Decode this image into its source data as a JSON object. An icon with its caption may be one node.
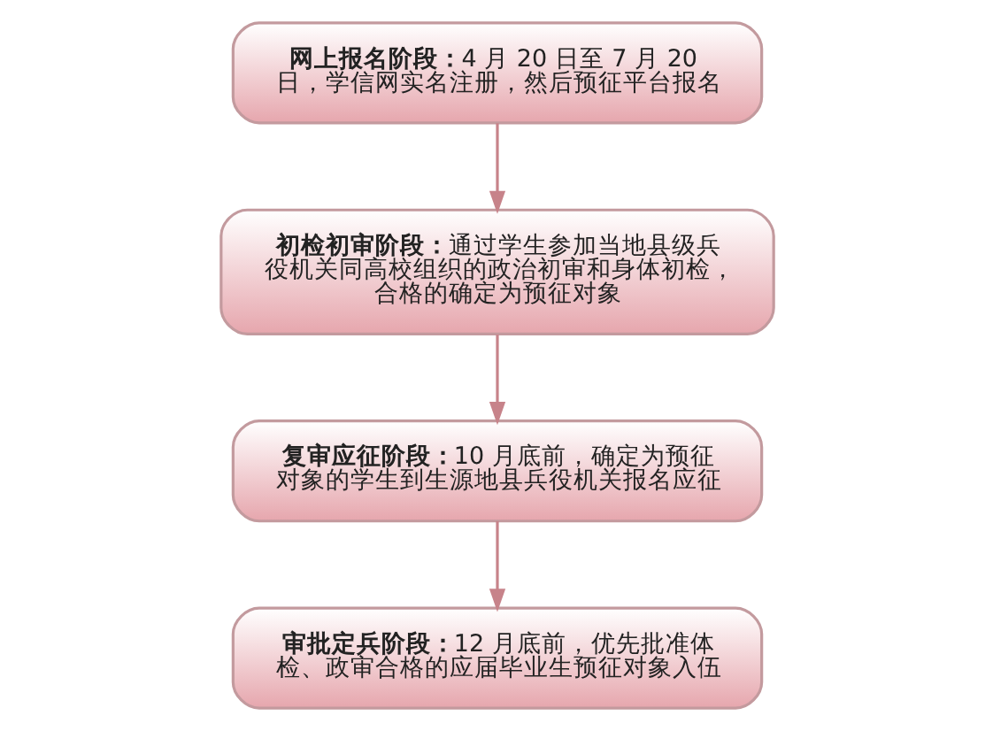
{
  "diagram": {
    "nodes": [
      {
        "text": [
          "网上报名阶段：",
          "4 月 20 日至 7 月 20 日，学信网实名注册，然后预征平台报名"
        ]
      },
      {
        "text": [
          "初检初审阶段：",
          "通过学生参加当地县级兵役机关同高校组织的政治初审和身体初检，合格的确定为预征对象"
        ]
      },
      {
        "text": [
          "复审应征阶段：",
          "10 月底前，确定为预征对象的学生到生源地县兵役机关报名应征"
        ]
      },
      {
        "text": [
          "审批定兵阶段：",
          "12 月底前，优先批准体检、政审合格的应届毕业生预征对象入伍"
        ]
      }
    ],
    "edges": [
      {
        "from": 0,
        "to": 1,
        "arrow": "to"
      },
      {
        "from": 1,
        "to": 2,
        "arrow": "to"
      },
      {
        "from": 2,
        "to": 3,
        "arrow": "to"
      }
    ]
  }
}
